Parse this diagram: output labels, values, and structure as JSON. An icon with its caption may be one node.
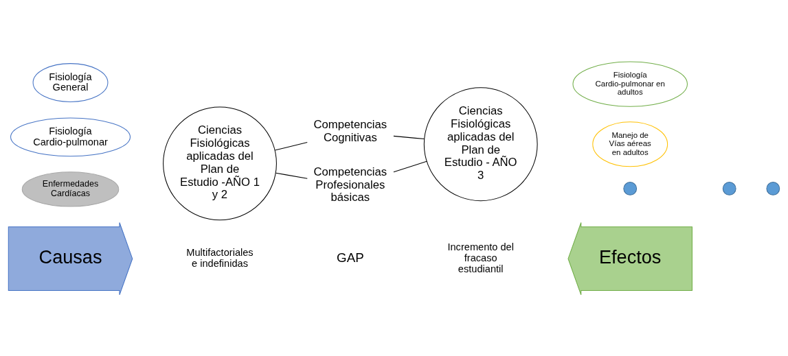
{
  "diagram": {
    "nodes": [
      {
        "text": [
          "Fisiología General"
        ]
      },
      {
        "text": [
          "Fisiología Cardio-pulmonar"
        ]
      },
      {
        "text": [
          "Enfermedades Cardíacas"
        ]
      },
      {
        "text": [
          "Ciencias Fisiológicas aplicadas del Plan de Estudio -AÑO 1 y 2"
        ]
      },
      {
        "text": [
          "Competencias Cognitivas"
        ]
      },
      {
        "text": [
          "Competencias Profesionales básicas"
        ]
      },
      {
        "text": [
          "Fisiología Cardio-pulmonar en adultos"
        ]
      },
      {
        "text": [
          "Manejo de Vías aéreas en adultos"
        ]
      },
      {
        "text": [
          "Ciencias Fisiológicas aplicadas del Plan de Estudio - AÑO 3"
        ]
      },
      {
        "text": [],
        "shape": "circle"
      },
      {
        "text": [],
        "shape": "circle"
      },
      {
        "text": [],
        "shape": "circle"
      },
      {
        "text": [
          "Causas"
        ]
      },
      {
        "text": [
          "Efectos"
        ]
      }
    ],
    "edges": [
      {
        "from": 3,
        "to": 4,
        "arrow": "none"
      },
      {
        "from": 3,
        "to": 5,
        "arrow": "none"
      },
      {
        "from": 4,
        "to": 8,
        "arrow": "none"
      },
      {
        "from": 5,
        "to": 8,
        "arrow": "none"
      }
    ],
    "labels": [
      "GAP",
      "Multifactoriales e indefinidas",
      "Incremento del fracaso estudiantil"
    ]
  }
}
